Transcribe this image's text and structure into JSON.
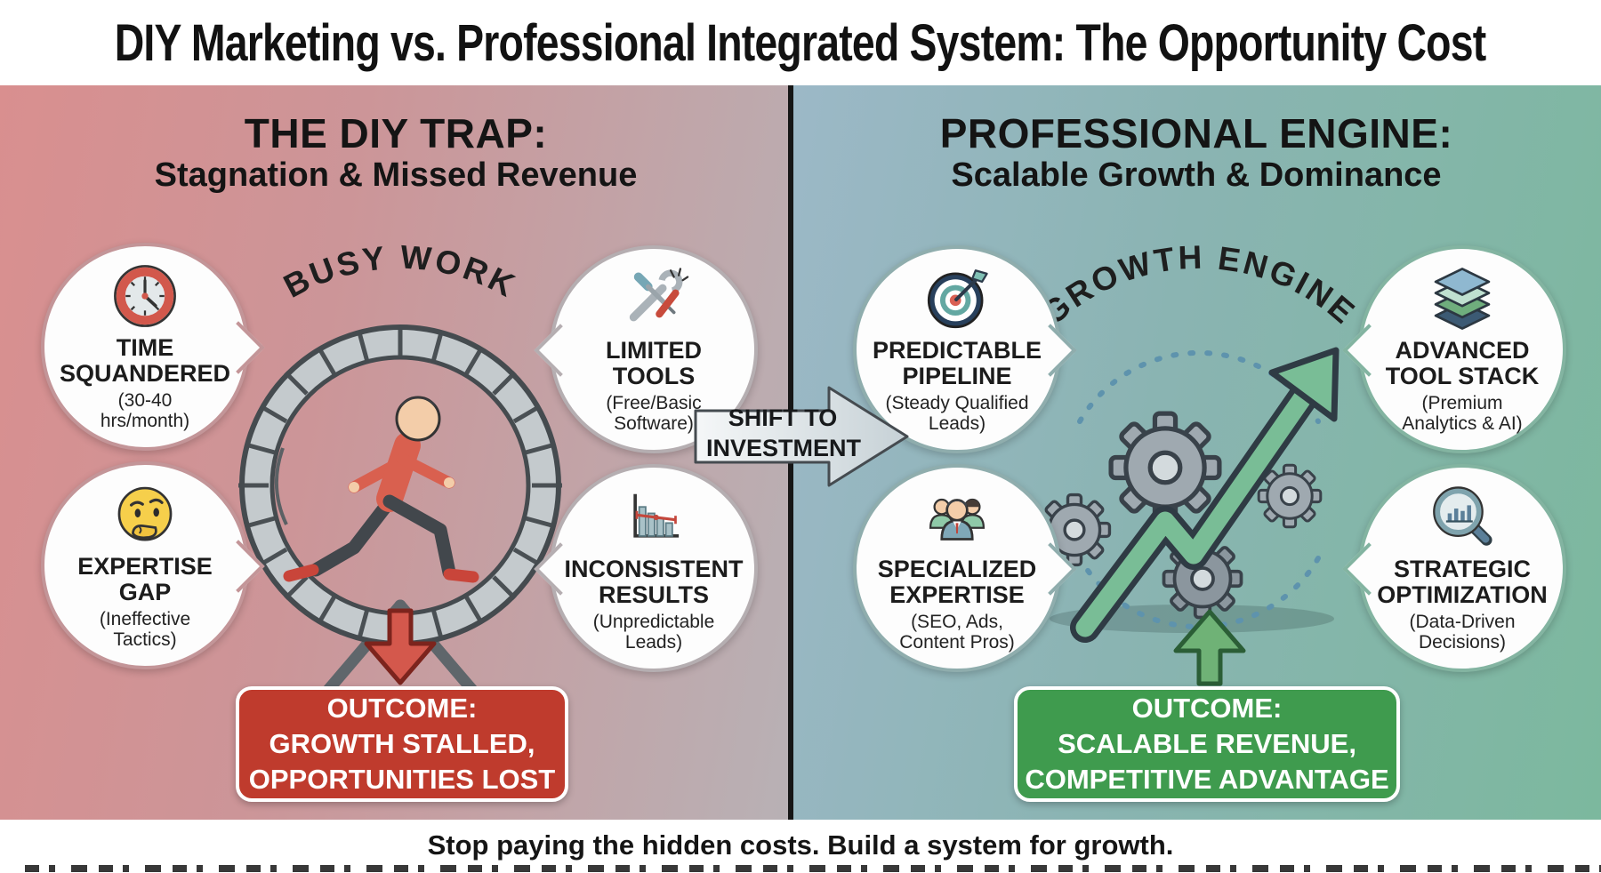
{
  "title": "DIY Marketing vs. Professional Integrated System: The Opportunity Cost",
  "footer": "Stop paying the hidden costs. Build a system for growth.",
  "center_arrow": {
    "line1": "SHIFT TO",
    "line2": "INVESTMENT"
  },
  "left_panel": {
    "heading": "THE DIY TRAP:",
    "subheading": "Stagnation & Missed Revenue",
    "illustration_label": "BUSY WORK",
    "bubbles": [
      {
        "icon": "clock-icon",
        "title_line1": "TIME",
        "title_line2": "SQUANDERED",
        "subtitle": "(30-40 hrs/month)"
      },
      {
        "icon": "broken-tools-icon",
        "title_line1": "LIMITED",
        "title_line2": "TOOLS",
        "subtitle": "(Free/Basic Software)"
      },
      {
        "icon": "thinking-face-icon",
        "title_line1": "EXPERTISE",
        "title_line2": "GAP",
        "subtitle": "(Ineffective Tactics)"
      },
      {
        "icon": "declining-chart-icon",
        "title_line1": "INCONSISTENT",
        "title_line2": "RESULTS",
        "subtitle": "(Unpredictable Leads)"
      }
    ],
    "outcome": {
      "line1": "OUTCOME:",
      "line2": "GROWTH STALLED,",
      "line3": "OPPORTUNITIES LOST"
    }
  },
  "right_panel": {
    "heading": "PROFESSIONAL ENGINE:",
    "subheading": "Scalable Growth & Dominance",
    "illustration_label": "GROWTH ENGINE",
    "bubbles": [
      {
        "icon": "target-icon",
        "title_line1": "PREDICTABLE",
        "title_line2": "PIPELINE",
        "subtitle": "(Steady Qualified Leads)"
      },
      {
        "icon": "layer-stack-icon",
        "title_line1": "ADVANCED",
        "title_line2": "TOOL STACK",
        "subtitle": "(Premium Analytics & AI)"
      },
      {
        "icon": "team-icon",
        "title_line1": "SPECIALIZED",
        "title_line2": "EXPERTISE",
        "subtitle": "(SEO, Ads, Content Pros)"
      },
      {
        "icon": "magnifier-chart-icon",
        "title_line1": "STRATEGIC",
        "title_line2": "OPTIMIZATION",
        "subtitle": "(Data-Driven Decisions)"
      }
    ],
    "outcome": {
      "line1": "OUTCOME:",
      "line2": "SCALABLE REVENUE,",
      "line3": "COMPETITIVE ADVANTAGE"
    }
  },
  "colors": {
    "diy_gradient_left": "#d98f8f",
    "diy_gradient_right": "#b8b1b5",
    "pro_gradient_left": "#9cb8c7",
    "pro_gradient_right": "#7cb89e",
    "diy_outcome_bg": "#bf3b2d",
    "pro_outcome_bg": "#3f9b4e",
    "divider": "#161616"
  }
}
